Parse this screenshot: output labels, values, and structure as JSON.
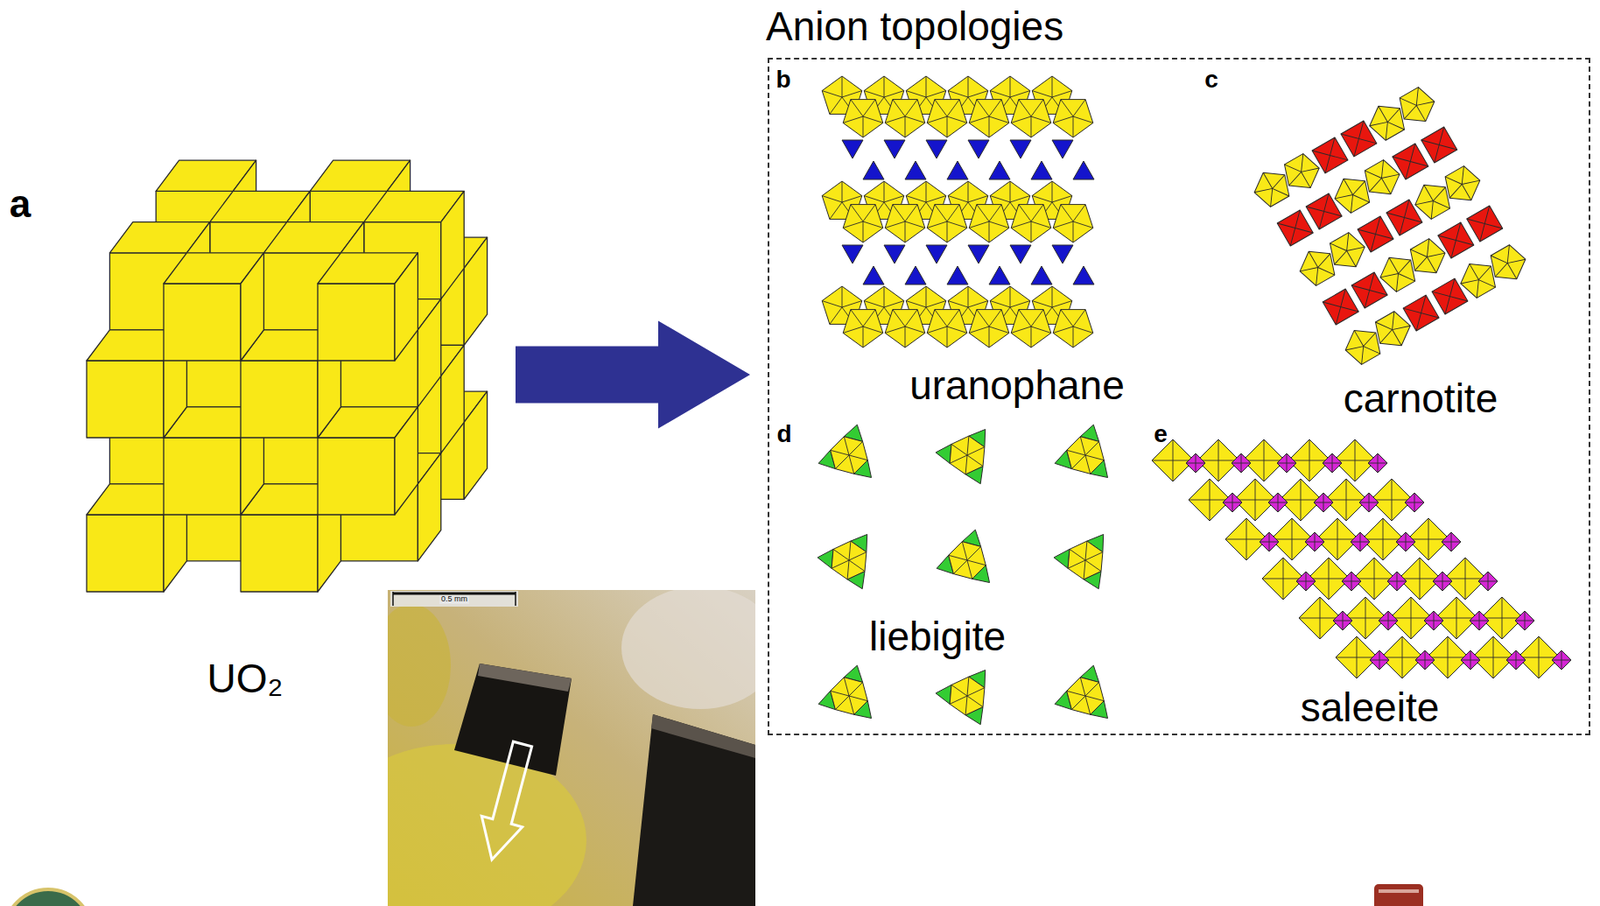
{
  "diagram": {
    "nodes": [
      {
        "text": [
          "a",
          "UO₂"
        ]
      },
      {
        "text": [
          "Anion topologies"
        ]
      },
      {
        "text": [
          "b",
          "uranophane"
        ],
        "in": 1
      },
      {
        "text": [
          "c",
          "carnotite"
        ],
        "in": 1
      },
      {
        "text": [
          "d",
          "liebigite"
        ],
        "in": 1
      },
      {
        "text": [
          "e",
          "saleeite"
        ],
        "in": 1
      }
    ],
    "edges": [
      {
        "from": 0,
        "to": 1,
        "arrow": "to"
      }
    ],
    "labels": [
      "0.5 mm"
    ]
  }
}
